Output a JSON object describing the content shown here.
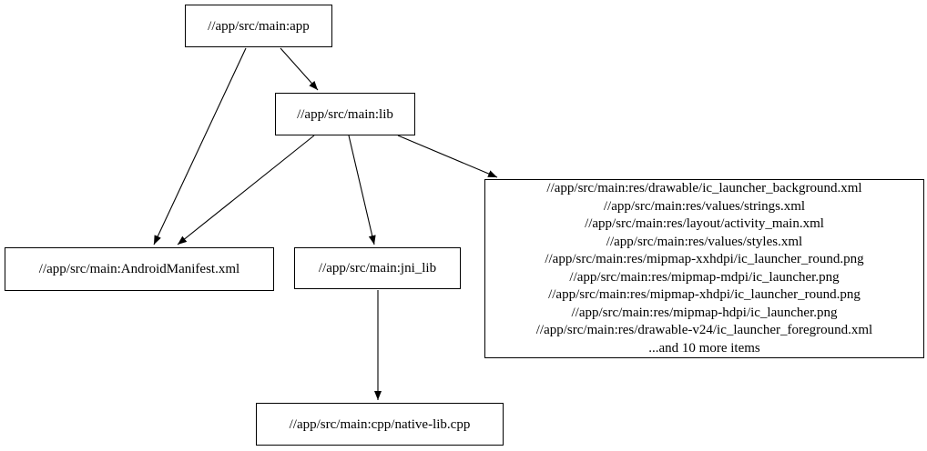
{
  "diagram": {
    "type": "dependency-graph",
    "background_color": "#ffffff",
    "node_border_color": "#000000",
    "node_fill_color": "#ffffff",
    "text_color": "#000000",
    "nodes": {
      "app": {
        "label": "//app/src/main:app"
      },
      "lib": {
        "label": "//app/src/main:lib"
      },
      "manifest": {
        "label": "//app/src/main:AndroidManifest.xml"
      },
      "jni_lib": {
        "label": "//app/src/main:jni_lib"
      },
      "native_cpp": {
        "label": "//app/src/main:cpp/native-lib.cpp"
      },
      "resources": {
        "lines": [
          "//app/src/main:res/drawable/ic_launcher_background.xml",
          "//app/src/main:res/values/strings.xml",
          "//app/src/main:res/layout/activity_main.xml",
          "//app/src/main:res/values/styles.xml",
          "//app/src/main:res/mipmap-xxhdpi/ic_launcher_round.png",
          "//app/src/main:res/mipmap-mdpi/ic_launcher.png",
          "//app/src/main:res/mipmap-xhdpi/ic_launcher_round.png",
          "//app/src/main:res/mipmap-hdpi/ic_launcher.png",
          "//app/src/main:res/drawable-v24/ic_launcher_foreground.xml",
          "...and 10 more items"
        ]
      }
    },
    "edges": [
      {
        "from": "app",
        "to": "manifest"
      },
      {
        "from": "app",
        "to": "lib"
      },
      {
        "from": "lib",
        "to": "manifest"
      },
      {
        "from": "lib",
        "to": "jni_lib"
      },
      {
        "from": "lib",
        "to": "resources"
      },
      {
        "from": "jni_lib",
        "to": "native_cpp"
      }
    ]
  }
}
